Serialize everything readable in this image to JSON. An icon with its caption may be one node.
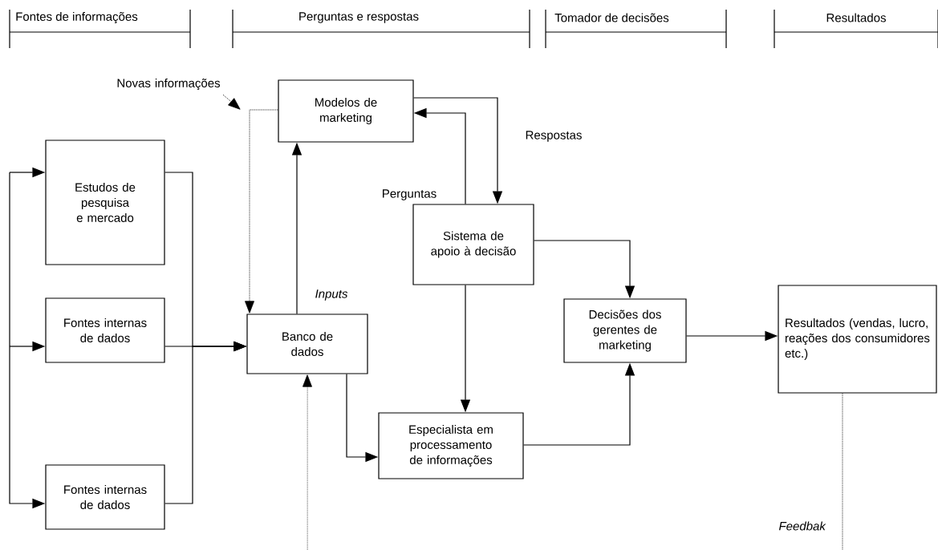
{
  "diagram": {
    "nodes": [
      {
        "text": [
          "Novas informações"
        ]
      },
      {
        "text": [
          "Modelos de marketing"
        ]
      },
      {
        "text": [
          "Estudos de pesquisa e mercado"
        ]
      },
      {
        "text": [
          "Sistema de apoio à decisão"
        ]
      },
      {
        "text": [
          "Fontes internas de dados"
        ]
      },
      {
        "text": [
          "Banco de dados"
        ]
      },
      {
        "text": [
          "Decisões dos gerentes de marketing"
        ]
      },
      {
        "text": [
          "Resultados (vendas, lucro, reações dos consumidores etc.)"
        ]
      },
      {
        "text": [
          "Especialista em processamento de informações"
        ]
      },
      {
        "text": [
          "Fontes internas de dados"
        ]
      }
    ],
    "edges": [
      {
        "from": null,
        "to": 2,
        "arrow": "to"
      },
      {
        "from": null,
        "to": 4,
        "arrow": "to"
      },
      {
        "from": null,
        "to": 9,
        "arrow": "to"
      },
      {
        "from": 2,
        "to": 5,
        "arrow": "to"
      },
      {
        "from": 4,
        "to": 5,
        "arrow": "to"
      },
      {
        "from": 9,
        "to": 5,
        "arrow": "to"
      },
      {
        "from": 5,
        "to": 1,
        "arrow": "to",
        "label": "*Inputs*"
      },
      {
        "from": 1,
        "to": 5,
        "arrow": "to",
        "style": "dashed"
      },
      {
        "from": 3,
        "to": 1,
        "arrow": "to",
        "label": "Perguntas"
      },
      {
        "from": 1,
        "to": 3,
        "arrow": "to",
        "label": "Respostas"
      },
      {
        "from": 3,
        "to": 6,
        "arrow": "to"
      },
      {
        "from": 3,
        "to": 8,
        "arrow": "to"
      },
      {
        "from": 5,
        "to": 8,
        "arrow": "to"
      },
      {
        "from": 8,
        "to": 6,
        "arrow": "to"
      },
      {
        "from": 6,
        "to": 7,
        "arrow": "to"
      },
      {
        "from": 7,
        "to": 5,
        "arrow": "to",
        "style": "dashed",
        "label": "*Feedbak*"
      },
      {
        "from": 0,
        "to": null,
        "arrow": "to",
        "style": "dashed"
      }
    ],
    "labels": [
      "Fontes de informações",
      "Perguntas e respostas",
      "Tomador de decisões",
      "Resultados"
    ]
  }
}
